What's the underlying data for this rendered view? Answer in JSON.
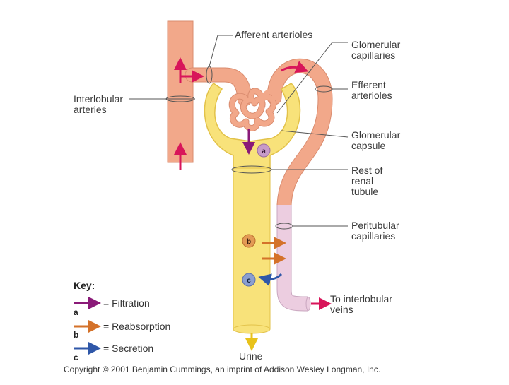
{
  "labels": {
    "afferent": "Afferent arterioles",
    "glomerular_capillaries": [
      "Glomerular",
      "capillaries"
    ],
    "efferent": [
      "Efferent",
      "arterioles"
    ],
    "interlobular_arteries": [
      "Interlobular",
      "arteries"
    ],
    "glomerular_capsule": [
      "Glomerular",
      "capsule"
    ],
    "rest_of_tubule": [
      "Rest of",
      "renal",
      "tubule"
    ],
    "peritubular": [
      "Peritubular",
      "capillaries"
    ],
    "to_veins": [
      "To interlobular",
      "veins"
    ],
    "urine": "Urine"
  },
  "markers": {
    "a": "a",
    "b": "b",
    "c": "c"
  },
  "key": {
    "title": "Key:",
    "items": [
      {
        "letter": "a",
        "text": "= Filtration",
        "color": "#8a1a78"
      },
      {
        "letter": "b",
        "text": "= Reabsorption",
        "color": "#d4722a"
      },
      {
        "letter": "c",
        "text": "= Secretion",
        "color": "#2f57a8"
      }
    ]
  },
  "copyright": "Copyright © 2001 Benjamin Cummings, an imprint of Addison Wesley Longman, Inc.",
  "colors": {
    "artery": "#f2a88a",
    "artery_dark": "#d98b6e",
    "tubule": "#f8e27a",
    "tubule_dark": "#e2c24a",
    "peritubular": "#eccde0",
    "peritubular_dark": "#c9a6bf",
    "flow_arrow": "#d8155a",
    "filtration": "#8a1a78",
    "reabsorption": "#d4722a",
    "secretion": "#2f57a8",
    "urine_arrow": "#e8c21a",
    "leader": "#555555"
  }
}
